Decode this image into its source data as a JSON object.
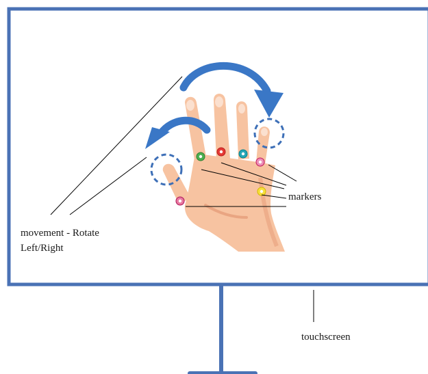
{
  "labels": {
    "movement_line1": "movement - Rotate",
    "movement_line2": "Left/Right",
    "markers": "markers",
    "touchscreen": "touchscreen"
  },
  "colors": {
    "frame": "#4a72b5",
    "arrow": "#3a77c6",
    "skin": "#f7c3a1",
    "skin_shade": "#e9a582",
    "dashed_circle": "#3d6fb7",
    "leader_line": "#000000"
  },
  "markers": [
    {
      "name": "marker-index",
      "color": "#4caf50"
    },
    {
      "name": "marker-middle",
      "color": "#e53935"
    },
    {
      "name": "marker-ring",
      "color": "#26a6b6"
    },
    {
      "name": "marker-pinky",
      "color": "#ec8fb8"
    },
    {
      "name": "marker-palm",
      "color": "#f7e03c"
    },
    {
      "name": "marker-thumb",
      "color": "#e879a0"
    }
  ],
  "icons": [
    "rotate-right-arrow-icon",
    "rotate-left-arrow-icon",
    "hand-icon"
  ]
}
